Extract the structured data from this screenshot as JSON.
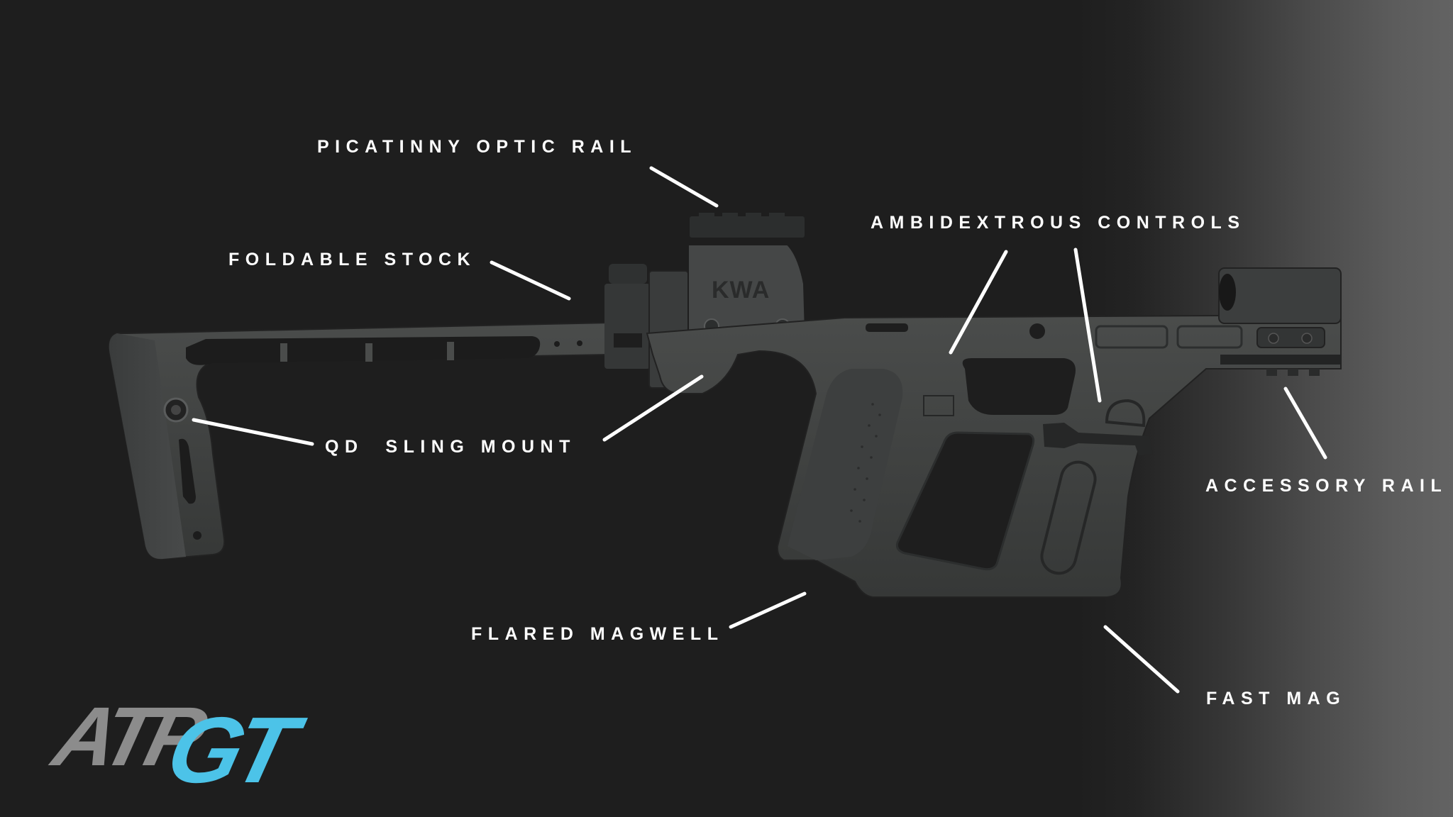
{
  "brand": {
    "logo_part1": "ATP",
    "logo_part2": "GT",
    "logo_part1_color": "#8c8c8c",
    "logo_part2_color": "#4cc3e8",
    "product_mark": "KWA"
  },
  "callouts": [
    {
      "id": "picatinny",
      "label": "PICATINNY OPTIC RAIL"
    },
    {
      "id": "foldable-stock",
      "label": "FOLDABLE STOCK"
    },
    {
      "id": "ambidextrous",
      "label": "AMBIDEXTROUS CONTROLS"
    },
    {
      "id": "qd-sling",
      "label": "QD  SLING MOUNT"
    },
    {
      "id": "accessory-rail",
      "label": "ACCESSORY RAIL"
    },
    {
      "id": "flared-magwell",
      "label": "FLARED MAGWELL"
    },
    {
      "id": "fast-mag",
      "label": "FAST MAG"
    }
  ],
  "colors": {
    "background": "#1e1e1e",
    "gradient_right": "#636363",
    "label_text": "#ffffff",
    "body": "#3f4140",
    "body_dark": "#2a2b2b"
  }
}
